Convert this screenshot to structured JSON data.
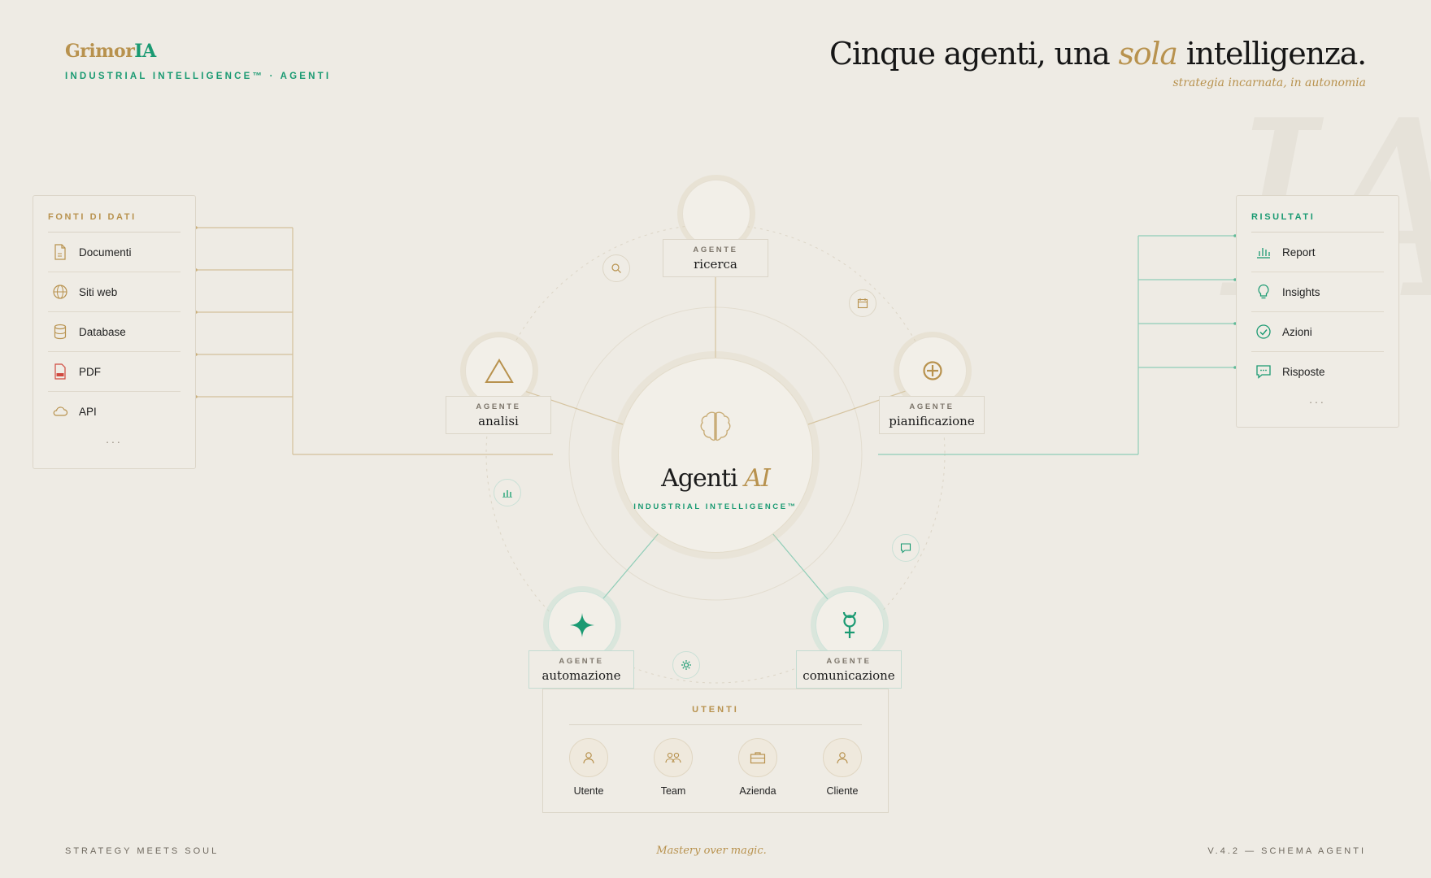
{
  "brand": {
    "name_a": "Grimor",
    "name_b": "IA",
    "subtitle": "INDUSTRIAL INTELLIGENCE™ · AGENTI"
  },
  "headline": {
    "part1": "Cinque agenti, una ",
    "accent": "sola",
    "part2": " intelligenza.",
    "subtitle": "strategia incarnata, in autonomia"
  },
  "watermark": "IA",
  "sources": {
    "title": "FONTI DI DATI",
    "items": [
      {
        "label": "Documenti",
        "icon": "document-icon"
      },
      {
        "label": "Siti web",
        "icon": "globe-icon"
      },
      {
        "label": "Database",
        "icon": "database-icon"
      },
      {
        "label": "PDF",
        "icon": "pdf-icon"
      },
      {
        "label": "API",
        "icon": "cloud-icon"
      }
    ],
    "more": "..."
  },
  "results": {
    "title": "RISULTATI",
    "items": [
      {
        "label": "Report",
        "icon": "bar-chart-icon"
      },
      {
        "label": "Insights",
        "icon": "lightbulb-icon"
      },
      {
        "label": "Azioni",
        "icon": "check-circle-icon"
      },
      {
        "label": "Risposte",
        "icon": "chat-icon"
      }
    ],
    "more": "..."
  },
  "hub": {
    "title": "Agenti",
    "title_accent": "AI",
    "subtitle": "INDUSTRIAL INTELLIGENCE™"
  },
  "agents": {
    "kicker": "AGENTE",
    "ricerca": {
      "name": "ricerca",
      "icon": "moon-icon"
    },
    "analisi": {
      "name": "analisi",
      "icon": "triangle-icon"
    },
    "pianificazione": {
      "name": "pianificazione",
      "icon": "circled-plus-icon"
    },
    "automazione": {
      "name": "automazione",
      "icon": "sparkle-icon"
    },
    "comunicazione": {
      "name": "comunicazione",
      "icon": "mercury-icon"
    }
  },
  "users": {
    "title": "UTENTI",
    "items": [
      {
        "label": "Utente",
        "icon": "person-icon"
      },
      {
        "label": "Team",
        "icon": "team-icon"
      },
      {
        "label": "Azienda",
        "icon": "briefcase-icon"
      },
      {
        "label": "Cliente",
        "icon": "person-icon"
      }
    ]
  },
  "footer": {
    "left": "STRATEGY MEETS SOUL",
    "center": "Mastery over magic.",
    "right": "V.4.2 — SCHEMA AGENTI"
  },
  "colors": {
    "gold": "#b8924e",
    "green": "#1a9a72",
    "background": "#eeebe4"
  }
}
